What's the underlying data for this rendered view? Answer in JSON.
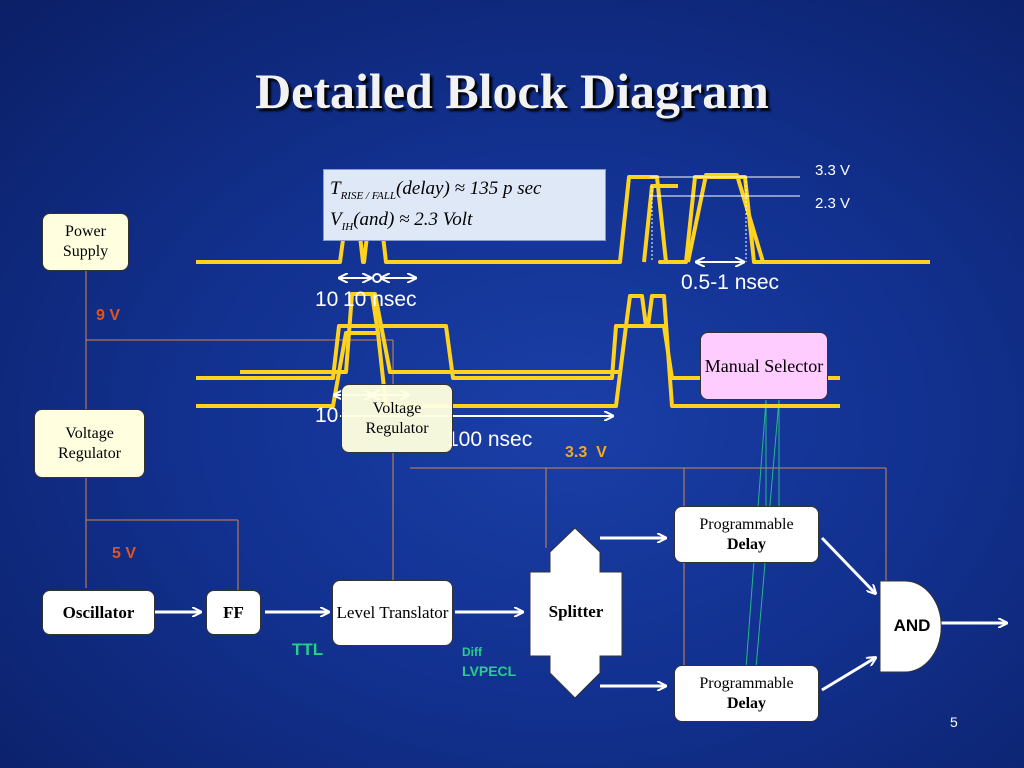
{
  "slide": {
    "title": "Detailed Block Diagram",
    "page_number": "5"
  },
  "formula": {
    "line1": "T_{RISE / FALL}(delay) ≈ 135 psec",
    "line1_T": "T",
    "line1_sub": "RISE / FALL",
    "line1_rest": "(delay) ≈ 135 p sec",
    "line2_V": "V",
    "line2_sub": "IH",
    "line2_rest": "(and) ≈ 2.3 Volt"
  },
  "waveform_labels": {
    "v33": "3.3 V",
    "v23": "2.3 V",
    "width_05_1": "0.5-1 nsec",
    "width_10_overlap_a": "10",
    "width_10_overlap_b": "10 nsec",
    "width_lower_overlap": "10",
    "width_100": "100 nsec"
  },
  "blocks": {
    "power_supply": "Power Supply",
    "voltage_regulator_left": "Voltage Regulator",
    "voltage_regulator_mid": "Voltage Regulator",
    "manual_selector": "Manual Selector",
    "oscillator": "Oscillator",
    "ff": "FF",
    "level_translator": "Level Translator",
    "splitter": "Splitter",
    "prog_delay_top_1": "Programmable",
    "prog_delay_top_2": "Delay",
    "prog_delay_bottom_1": "Programmable",
    "prog_delay_bottom_2": "Delay",
    "and_gate": "AND"
  },
  "voltage_labels": {
    "v9": "9 V",
    "v5": "5 V",
    "v33": "3.3  V"
  },
  "signal_labels": {
    "ttl": "TTL",
    "diff": "Diff",
    "lvpecl": "LVPECL"
  },
  "colors": {
    "background": "#123190",
    "waveform": "#ffd21f",
    "supply_line": "#d2874a",
    "selector_line": "#25b88a",
    "voltage_label": "#e0541f",
    "v33_label": "#f5a623",
    "signal_label": "#27d08a"
  }
}
